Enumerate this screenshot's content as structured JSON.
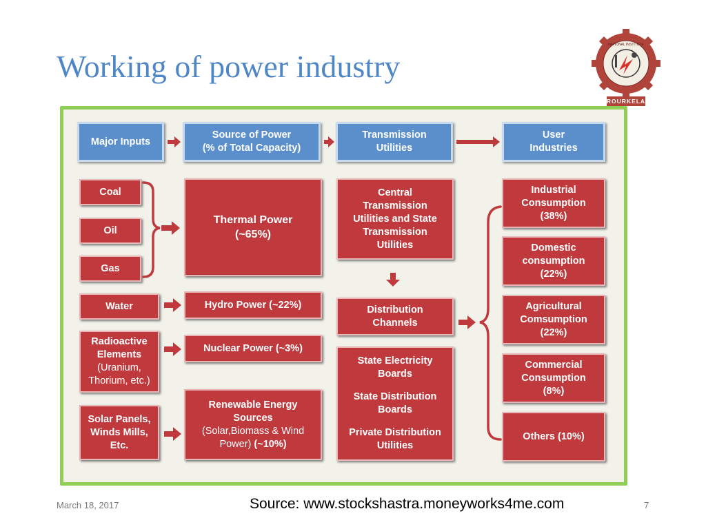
{
  "slide": {
    "title": "Working of power industry",
    "date": "March 18, 2017",
    "source": "Source: www.stockshastra.moneyworks4me.com",
    "page_number": "7",
    "logo": {
      "top_text": "NATIONAL INSTITUTE OF TECHNOLOGY",
      "bottom_text": "ROURKELA"
    }
  },
  "headers": {
    "inputs": "Major Inputs",
    "source": "Source of Power\n(% of Total Capacity)",
    "transmission": "Transmission\nUtilities",
    "users": "User\nIndustries"
  },
  "inputs": {
    "coal": "Coal",
    "oil": "Oil",
    "gas": "Gas",
    "water": "Water",
    "radio_title": "Radioactive\nElements",
    "radio_detail": "(Uranium,\nThorium, etc.)",
    "solar": "Solar Panels,\nWinds Mills,\nEtc."
  },
  "sources": {
    "thermal": "Thermal Power\n(~65%)",
    "hydro": "Hydro Power (~22%)",
    "nuclear": "Nuclear Power (~3%)",
    "renewable_title": "Renewable Energy\nSources",
    "renewable_detail": "(Solar,Biomass & Wind\nPower)",
    "renewable_pct": " (~10%)"
  },
  "transmission": {
    "central": "Central\nTransmission\nUtilities and State\nTransmission\nUtilities",
    "distribution": "Distribution\nChannels",
    "seb": "State Electricity\nBoards",
    "sdb": "State Distribution\nBoards",
    "pdu": "Private Distribution\nUtilities"
  },
  "users": {
    "industrial": "Industrial\nConsumption\n(38%)",
    "domestic": "Domestic\nconsumption\n(22%)",
    "agricultural": "Agricultural\nComsumption\n(22%)",
    "commercial": "Commercial\nConsumption\n(8%)",
    "others": "Others (10%)"
  },
  "colors": {
    "header_blue": "#5b8fcc",
    "box_red": "#c0393d",
    "frame_green": "#8fcf55",
    "title_blue": "#4f86c6"
  }
}
